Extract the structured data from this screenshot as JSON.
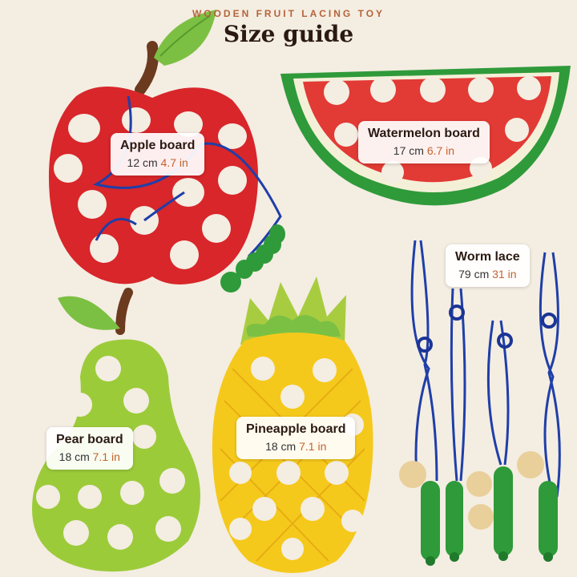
{
  "header": {
    "kicker": "WOODEN FRUIT LACING TOY",
    "title": "Size guide"
  },
  "items": [
    {
      "name": "Apple board",
      "cm": "12 cm",
      "inch": "4.7 in"
    },
    {
      "name": "Watermelon board",
      "cm": "17 cm",
      "inch": "6.7 in"
    },
    {
      "name": "Worm lace",
      "cm": "79 cm",
      "inch": "31 in"
    },
    {
      "name": "Pear board",
      "cm": "18 cm",
      "inch": "7.1 in"
    },
    {
      "name": "Pineapple board",
      "cm": "18 cm",
      "inch": "7.1 in"
    }
  ],
  "colors": {
    "background": "#f4ede2",
    "apple": "#d8262a",
    "watermelon_flesh": "#e23a35",
    "watermelon_rind": "#2f9a3a",
    "pear": "#9ccb3a",
    "pineapple": "#f5c91c",
    "leaf": "#7cc043",
    "lace": "#1f3fa8",
    "worm": "#2e9a3a",
    "bead": "#e9cf9a",
    "inch_text": "#c4622d"
  }
}
